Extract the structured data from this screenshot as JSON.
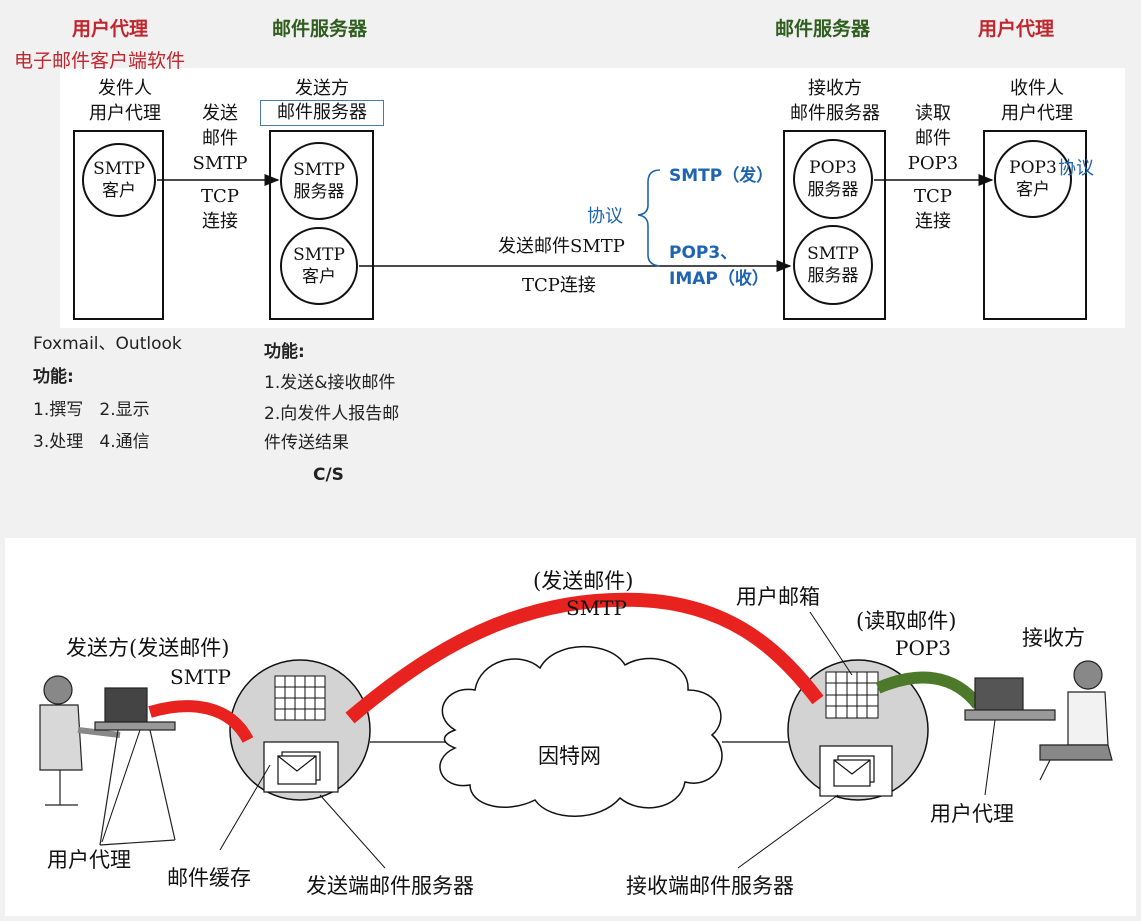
{
  "top": {
    "headers": {
      "left_agent": "用户代理",
      "left_agent_sub": "电子邮件客户端软件",
      "left_server": "邮件服务器",
      "right_server": "邮件服务器",
      "right_agent": "用户代理"
    },
    "sender_agent": {
      "title": "发件人\n用户代理",
      "circle": "SMTP\n客户"
    },
    "send_label": "发送\n邮件\nSMTP",
    "tcp_label1": "TCP\n连接",
    "sender_server": {
      "title1": "发送方",
      "title2": "邮件服务器",
      "circle1": "SMTP\n服务器",
      "circle2": "SMTP\n客户"
    },
    "mid_send": "发送邮件SMTP",
    "mid_tcp": "TCP连接",
    "protocol_label": "协议",
    "smtp_send": "SMTP（发）",
    "pop3": "POP3、",
    "imap": "IMAP（收）",
    "receiver_server": {
      "title": "接收方\n邮件服务器",
      "circle1": "POP3\n服务器",
      "circle2": "SMTP\n服务器"
    },
    "read_label": "读取\n邮件\nPOP3",
    "tcp_label2": "TCP\n连接",
    "receiver_agent": {
      "title": "收件人\n用户代理",
      "circle": "POP3\n客户",
      "protocol": "协议"
    },
    "clients": "Foxmail、Outlook",
    "func_title_left": "功能:",
    "func_left_1": "1.撰写   2.显示",
    "func_left_2": "3.处理   4.通信",
    "func_title_right": "功能:",
    "func_right_1": "1.发送&接收邮件",
    "func_right_2": "2.向发件人报告邮",
    "func_right_3": "件传送结果",
    "cs": "C/S"
  },
  "bottom": {
    "sender": "发送方(发送邮件)",
    "sender_smtp": "SMTP",
    "send_mail": "(发送邮件)",
    "send_smtp": "SMTP",
    "mailbox": "用户邮箱",
    "read_mail": "(读取邮件)",
    "read_pop3": "POP3",
    "receiver": "接收方",
    "internet": "因特网",
    "agent_left": "用户代理",
    "mail_cache": "邮件缓存",
    "send_server": "发送端邮件服务器",
    "recv_server": "接收端邮件服务器",
    "agent_right": "用户代理"
  },
  "colors": {
    "red": "#c0262d",
    "green": "#2f5e1f",
    "blue": "#1f64b0",
    "pipe_red": "#e8231f",
    "pipe_green": "#4d7a2a"
  }
}
